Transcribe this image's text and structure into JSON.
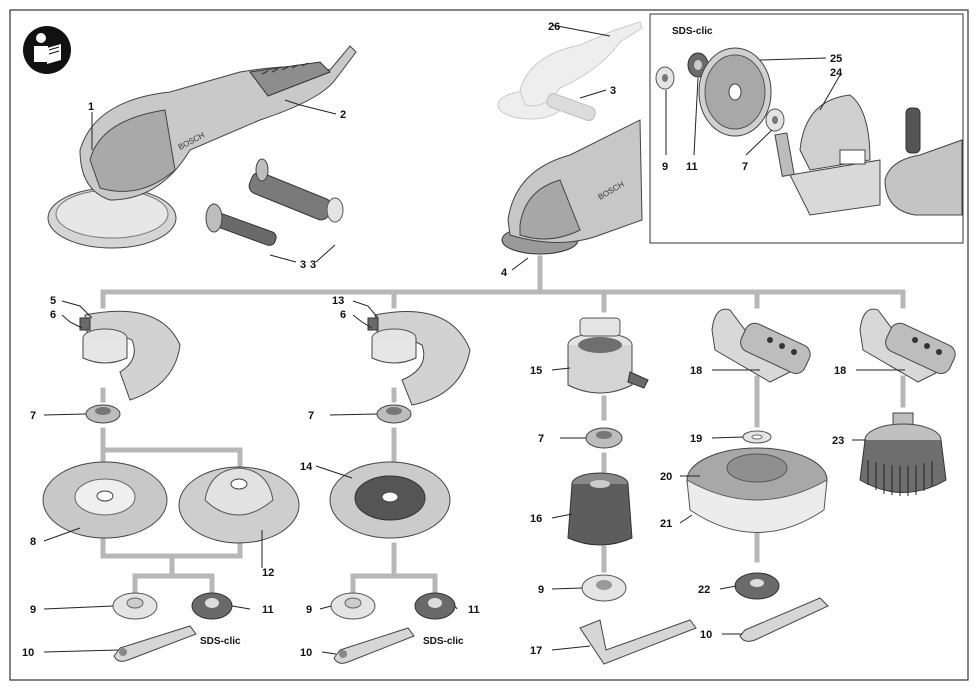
{
  "sds_labels": {
    "inset": "SDS-clic",
    "left": "SDS-clic",
    "middle": "SDS-clic"
  },
  "brand": "BOSCH",
  "icons": [
    "read-manual-icon"
  ],
  "callouts": {
    "c1": "1",
    "c2": "2",
    "c3a": "3",
    "c3b": "3",
    "c3c": "3",
    "c4": "4",
    "c5": "5",
    "c6a": "6",
    "c6b": "6",
    "c7a": "7",
    "c7b": "7",
    "c7c": "7",
    "c7d": "7",
    "c8": "8",
    "c9a": "9",
    "c9b": "9",
    "c9c": "9",
    "c9d": "9",
    "c10a": "10",
    "c10b": "10",
    "c10c": "10",
    "c11a": "11",
    "c11b": "11",
    "c11c": "11",
    "c12": "12",
    "c13": "13",
    "c14": "14",
    "c15": "15",
    "c16": "16",
    "c17": "17",
    "c18a": "18",
    "c18b": "18",
    "c19": "19",
    "c20": "20",
    "c21": "21",
    "c22": "22",
    "c23": "23",
    "c24": "24",
    "c25": "25",
    "c26": "26"
  }
}
